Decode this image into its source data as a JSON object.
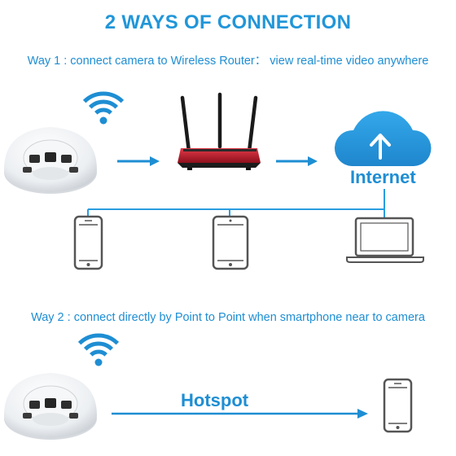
{
  "title": "2 WAYS OF CONNECTION",
  "way1": {
    "text": "Way 1 : connect camera to Wireless Router： view real-time video anywhere"
  },
  "way2": {
    "text": "Way 2 : connect directly by Point to Point when smartphone near to camera"
  },
  "internet_label": "Internet",
  "hotspot_label": "Hotspot",
  "colors": {
    "accent": "#1e8ed3",
    "cloud": "#2b9be0",
    "device_stroke": "#555555",
    "router_red": "#c0172a"
  },
  "icons": [
    "wifi-icon",
    "smoke-detector-camera",
    "router-icon",
    "cloud-upload-icon",
    "smartphone-icon",
    "tablet-icon",
    "laptop-icon",
    "arrow-right-icon"
  ]
}
